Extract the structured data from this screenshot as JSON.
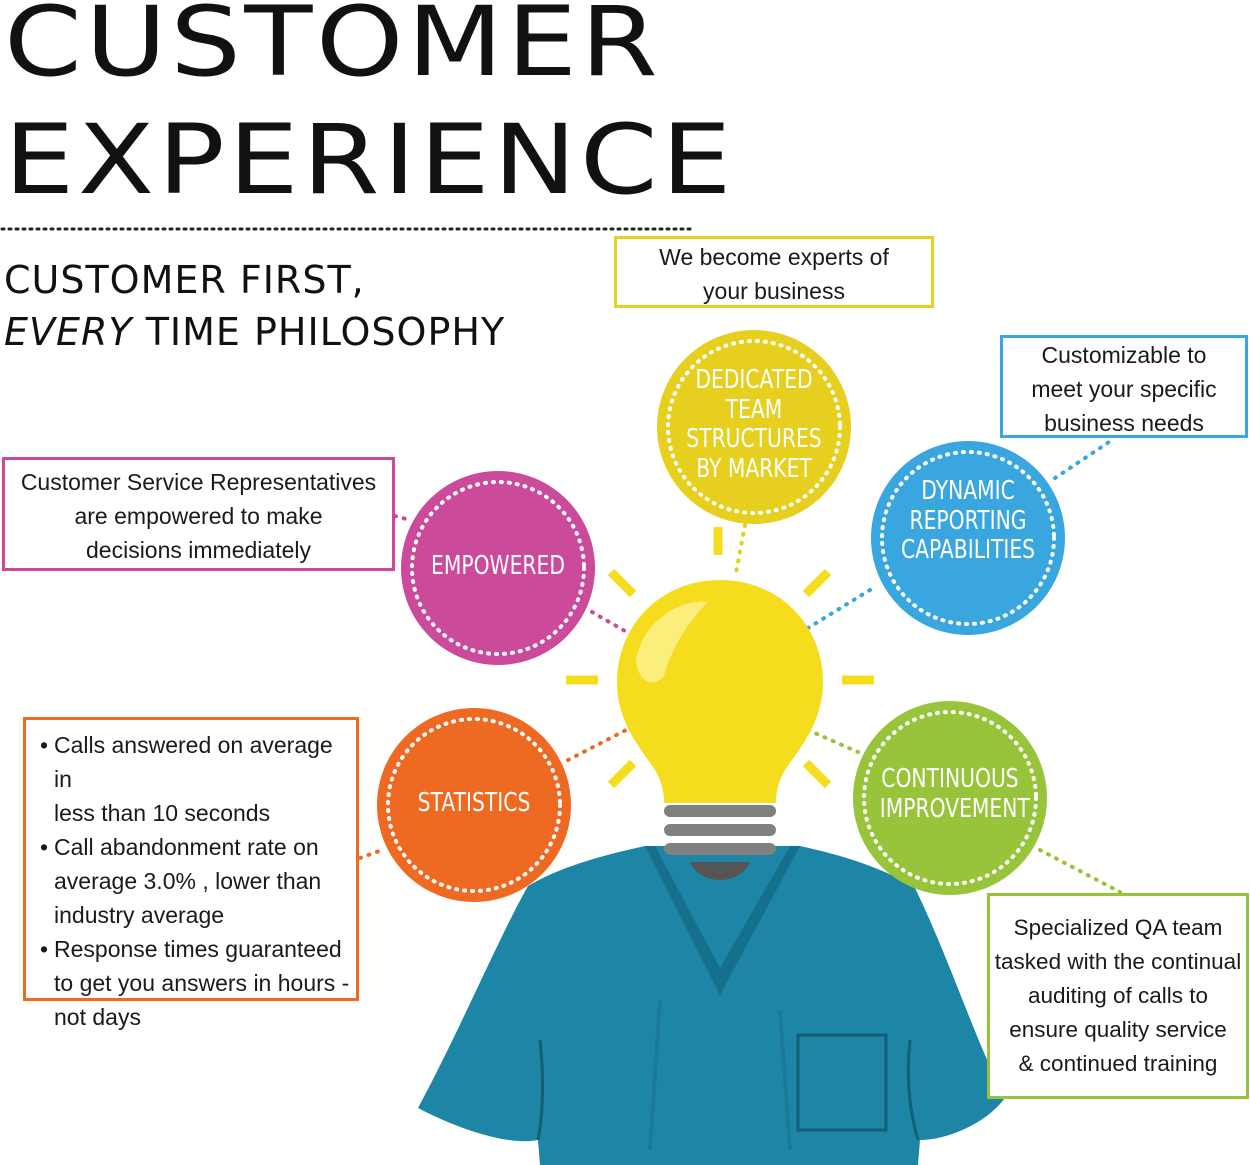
{
  "title": {
    "line1": "CUSTOMER",
    "line2": "EXPERIENCE"
  },
  "subtitle": {
    "line1": "CUSTOMER FIRST,",
    "emphasis": "EVERY",
    "line2_rest": " TIME PHILOSOPHY"
  },
  "colors": {
    "yellow": "#e6cf1f",
    "blue": "#3aa6df",
    "magenta": "#cc4a9c",
    "orange": "#ee6a23",
    "green": "#97c43a",
    "bulb": "#f5dc1d",
    "scrubs": "#1d86a6"
  },
  "nodes": {
    "dedicated": {
      "label": "DEDICATED\nTEAM STRUCTURES\nBY MARKET",
      "description": "We become experts of\nyour business"
    },
    "dynamic": {
      "label": "DYNAMIC\nREPORTING\nCAPABILITIES",
      "description": "Customizable to\nmeet your specific\nbusiness needs"
    },
    "empowered": {
      "label": "EMPOWERED",
      "description": "Customer Service Representatives\nare empowered to make\ndecisions immediately"
    },
    "statistics": {
      "label": "STATISTICS",
      "bullets": [
        "Calls answered on average in\nless than 10 seconds",
        "Call abandonment rate on\naverage 3.0% , lower than\nindustry average",
        "Response times guaranteed\nto get you answers in hours -\nnot days"
      ]
    },
    "continuous": {
      "label": "CONTINUOUS\nIMPROVEMENT",
      "description": "Specialized QA team\ntasked with the continual\nauditing of calls to\nensure quality service\n& continued training"
    }
  },
  "icons": {
    "center": "lightbulb-icon",
    "body": "scrubs-shirt-icon"
  }
}
